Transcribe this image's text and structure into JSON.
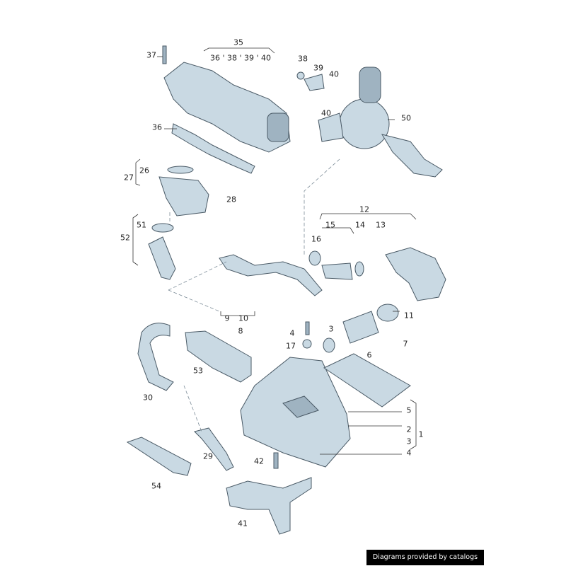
{
  "labels": [
    "35",
    "36 ' 38 ' 39 ' 40",
    "37",
    "38",
    "39",
    "40",
    "40",
    "50",
    "36",
    "26",
    "27",
    "28",
    "12",
    "15",
    "14",
    "13",
    "16",
    "51",
    "52",
    "9",
    "10",
    "8",
    "11",
    "4",
    "3",
    "17",
    "7",
    "6",
    "53",
    "30",
    "5",
    "2",
    "1",
    "3",
    "4",
    "29",
    "42",
    "54",
    "41"
  ],
  "credit": "Diagrams provided by catalogs parts"
}
